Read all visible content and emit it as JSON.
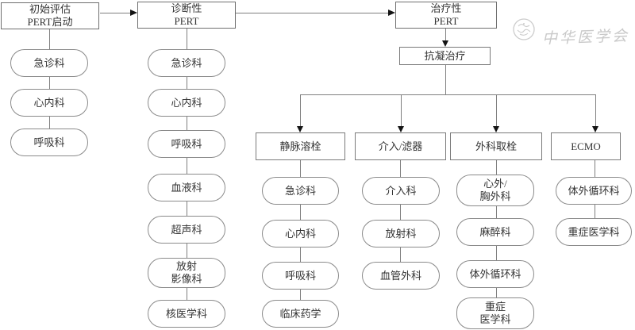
{
  "diagram": {
    "stages": [
      {
        "label": "初始评估\nPERT启动",
        "departments": [
          "急诊科",
          "心内科",
          "呼吸科"
        ]
      },
      {
        "label": "诊断性\nPERT",
        "departments": [
          "急诊科",
          "心内科",
          "呼吸科",
          "血液科",
          "超声科",
          "放射\n影像科",
          "核医学科"
        ]
      },
      {
        "label": "治疗性\nPERT"
      }
    ],
    "anticoagulation_label": "抗凝治疗",
    "treatments": [
      {
        "label": "静脉溶栓",
        "departments": [
          "急诊科",
          "心内科",
          "呼吸科",
          "临床药学"
        ]
      },
      {
        "label": "介入/滤器",
        "departments": [
          "介入科",
          "放射科",
          "血管外科"
        ]
      },
      {
        "label": "外科取栓",
        "departments": [
          "心外/\n胸外科",
          "麻醉科",
          "体外循环科",
          "重症\n医学科"
        ]
      },
      {
        "label": "ECMO",
        "departments": [
          "体外循环科",
          "重症医学科"
        ]
      }
    ]
  },
  "watermark": {
    "text": "中华医学会"
  },
  "colors": {
    "background": "#ffffff",
    "box_border": "#6f6f6f",
    "pill_border": "#8a8a8a",
    "line": "#7f7f7f",
    "arrow": "#141414",
    "text": "#333333",
    "watermark": "#c9c9c9"
  }
}
